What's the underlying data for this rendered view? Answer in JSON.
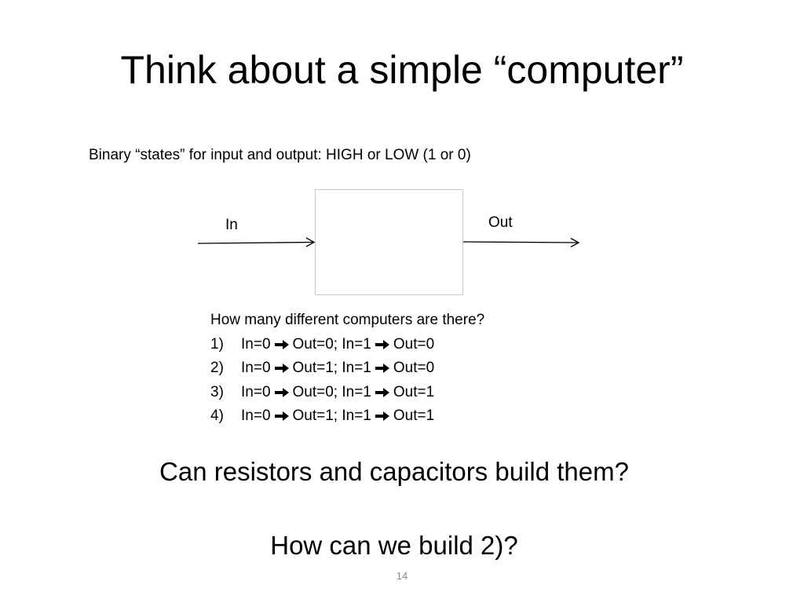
{
  "slide": {
    "title": "Think about a simple “computer”",
    "subtitle": "Binary “states” for input and output: HIGH or LOW (1 or 0)",
    "diagram": {
      "input_label": "In",
      "output_label": "Out"
    },
    "question": "How many different computers are there?",
    "options": [
      {
        "number": "1)",
        "in0": "In=0",
        "out0": "Out=0; In=1",
        "out1": "Out=0"
      },
      {
        "number": "2)",
        "in0": "In=0",
        "out0": "Out=1; In=1",
        "out1": "Out=0"
      },
      {
        "number": "3)",
        "in0": "In=0",
        "out0": "Out=0; In=1",
        "out1": "Out=1"
      },
      {
        "number": "4)",
        "in0": "In=0",
        "out0": "Out=1; In=1",
        "out1": "Out=1"
      }
    ],
    "closing_question_1": "Can resistors and capacitors build them?",
    "closing_question_2": "How can we build 2)?",
    "page_number": "14"
  }
}
